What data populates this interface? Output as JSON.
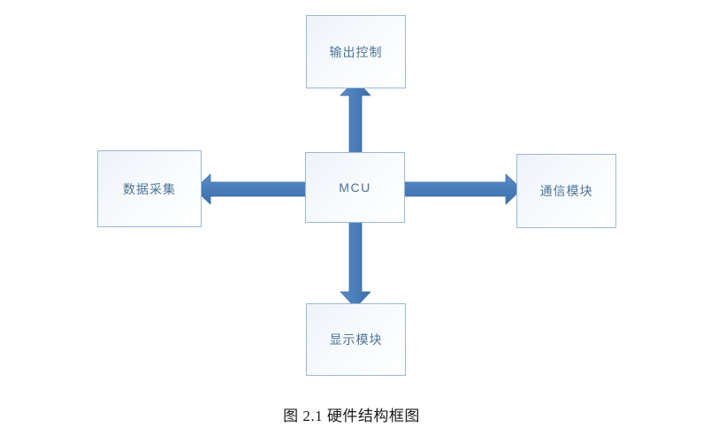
{
  "figure": {
    "caption": "图 2.1  硬件结构框图",
    "caption_number": "图 2.1",
    "caption_title": "硬件结构框图",
    "type": "block-diagram",
    "topology": "star"
  },
  "colors": {
    "arrow_fill": "#4a7ebb",
    "arrow_stroke": "#3d6ea5",
    "box_border": "#9cb8d4",
    "box_fill_light": "#ffffff",
    "box_fill_tint": "#eef3f9",
    "label_text": "#4a7296",
    "caption_text": "#1a1a1a",
    "page_background": "#ffffff"
  },
  "nodes": {
    "center": {
      "id": "mcu",
      "label": "MCU"
    },
    "top": {
      "id": "output-control",
      "label": "输出控制"
    },
    "left": {
      "id": "data-acquisition",
      "label": "数据采集"
    },
    "right": {
      "id": "communication-module",
      "label": "通信模块"
    },
    "bottom": {
      "id": "display-module",
      "label": "显示模块"
    }
  },
  "connections": [
    {
      "id": "mcu-to-output",
      "from": "mcu",
      "to": "output-control",
      "direction": "up",
      "style": "block-arrow",
      "arrowheads": "single"
    },
    {
      "id": "mcu-to-acq",
      "from": "mcu",
      "to": "data-acquisition",
      "direction": "left",
      "style": "block-arrow",
      "arrowheads": "single"
    },
    {
      "id": "mcu-to-comm",
      "from": "mcu",
      "to": "communication-module",
      "direction": "right",
      "style": "block-arrow",
      "arrowheads": "single"
    },
    {
      "id": "mcu-to-display",
      "from": "mcu",
      "to": "display-module",
      "direction": "down",
      "style": "block-arrow",
      "arrowheads": "single"
    }
  ]
}
